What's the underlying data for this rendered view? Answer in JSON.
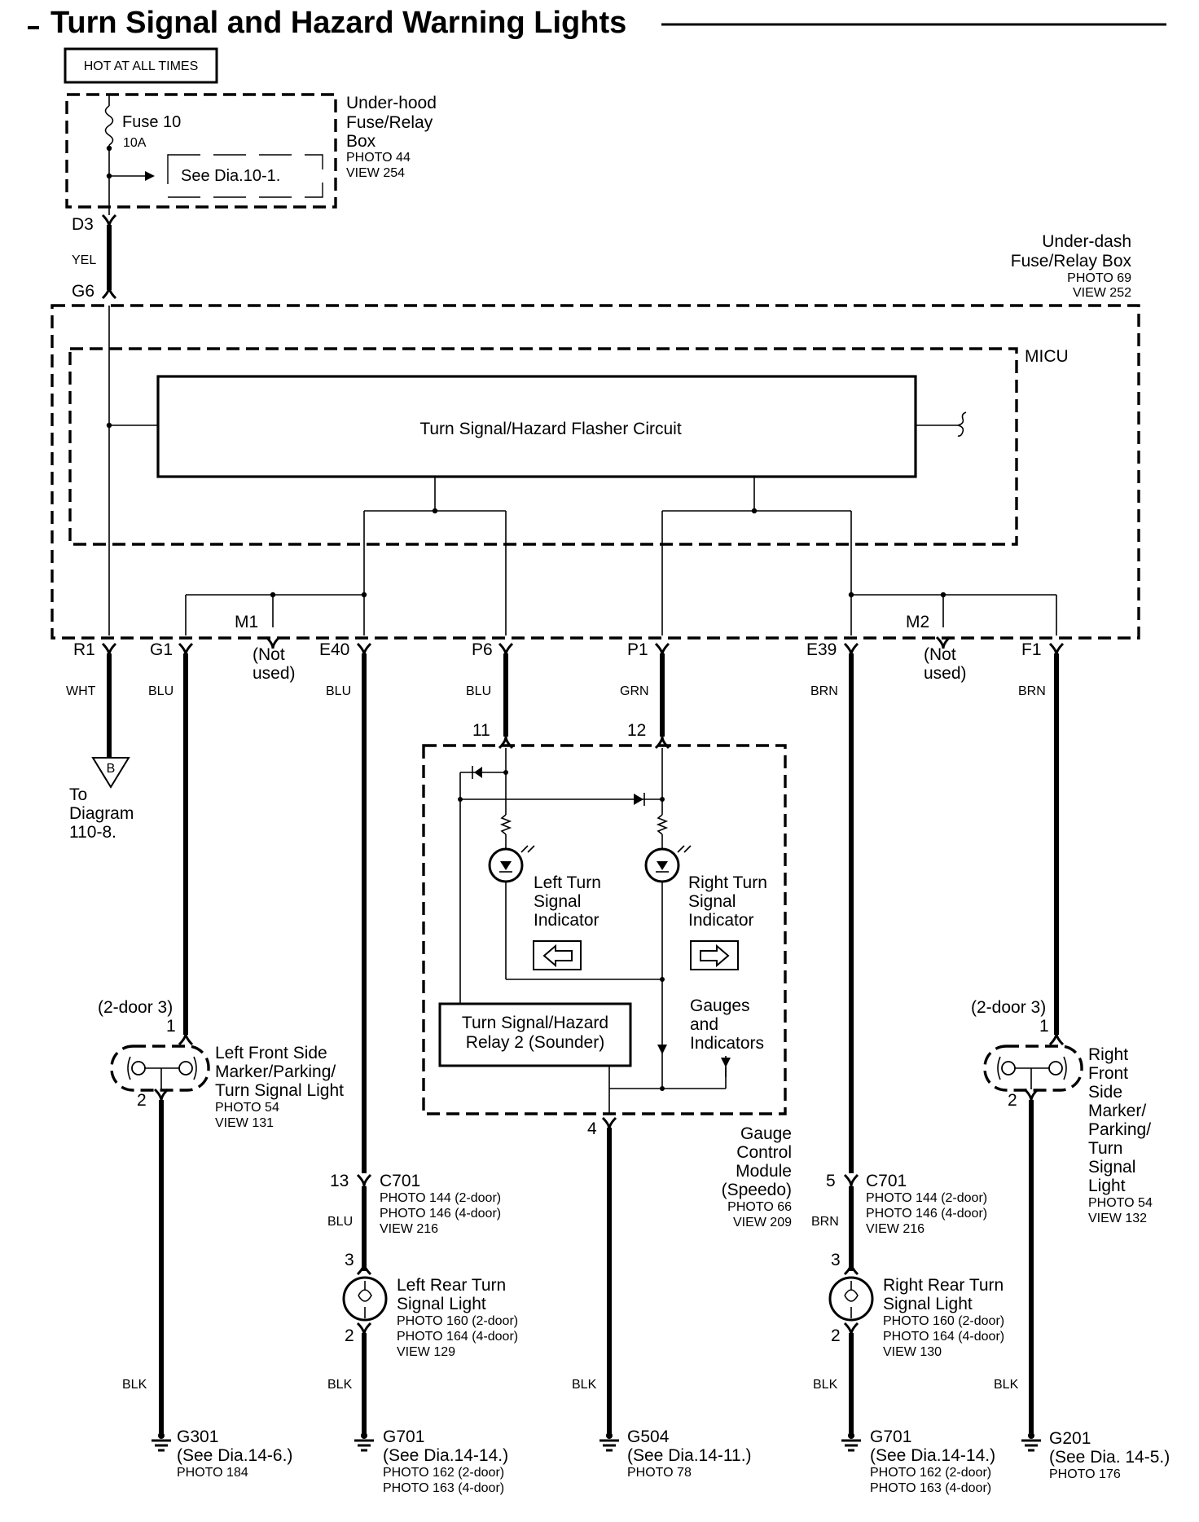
{
  "title": "Turn Signal and Hazard Warning Lights",
  "hot_label": "HOT AT ALL TIMES",
  "underhood": {
    "fuse_name": "Fuse 10",
    "fuse_rating": "10A",
    "see_ref": "See Dia.10-1.",
    "box_name": [
      "Under-hood",
      "Fuse/Relay",
      "Box"
    ],
    "photo": "PHOTO 44",
    "view": "VIEW 254"
  },
  "underdash": {
    "name": [
      "Under-dash",
      "Fuse/Relay Box"
    ],
    "photo": "PHOTO 69",
    "view": "VIEW 252"
  },
  "micu_label": "MICU",
  "flasher_label": "Turn Signal/Hazard Flasher Circuit",
  "connectors": {
    "d3": "D3",
    "g6": "G6",
    "yel": "YEL",
    "m1": "M1",
    "m2": "M2",
    "r1": "R1",
    "g1": "G1",
    "e40": "E40",
    "p6": "P6",
    "p1": "P1",
    "e39": "E39",
    "f1": "F1",
    "not_used": [
      "(Not",
      "used)"
    ]
  },
  "wire_colors": {
    "r1": "WHT",
    "g1": "BLU",
    "e40": "BLU",
    "p6": "BLU",
    "p1": "GRN",
    "e39": "BRN",
    "f1": "BRN",
    "c701_left": "BLU",
    "c701_right": "BRN",
    "gnd_g301": "BLK",
    "gnd_g701_left": "BLK",
    "gnd_g504": "BLK",
    "gnd_g701_right": "BLK",
    "gnd_g201": "BLK"
  },
  "to_diagram": {
    "letter": "B",
    "text": [
      "To",
      "Diagram",
      "110-8."
    ]
  },
  "gauge": {
    "pin11": "11",
    "pin12": "12",
    "pin4": "4",
    "left_indicator": [
      "Left Turn",
      "Signal",
      "Indicator"
    ],
    "right_indicator": [
      "Right Turn",
      "Signal",
      "Indicator"
    ],
    "relay": [
      "Turn Signal/Hazard",
      "Relay 2 (Sounder)"
    ],
    "gauges": [
      "Gauges",
      "and",
      "Indicators"
    ],
    "module": [
      "Gauge",
      "Control",
      "Module",
      "(Speedo)"
    ],
    "photo": "PHOTO 66",
    "view": "VIEW 209"
  },
  "left_front": {
    "door_note": "(2-door 3)",
    "pin1": "1",
    "pin2": "2",
    "name": [
      "Left Front Side",
      "Marker/Parking/",
      "Turn Signal Light"
    ],
    "photo": "PHOTO 54",
    "view": "VIEW 131"
  },
  "right_front": {
    "door_note": "(2-door 3)",
    "pin1": "1",
    "pin2": "2",
    "name": [
      "Right",
      "Front",
      "Side",
      "Marker/",
      "Parking/",
      "Turn",
      "Signal",
      "Light"
    ],
    "photo": "PHOTO 54",
    "view": "VIEW 132"
  },
  "c701_left": {
    "pin": "13",
    "name": "C701",
    "photo1": "PHOTO 144 (2-door)",
    "photo2": "PHOTO 146 (4-door)",
    "view": "VIEW 216"
  },
  "c701_right": {
    "pin": "5",
    "name": "C701",
    "photo1": "PHOTO 144 (2-door)",
    "photo2": "PHOTO 146 (4-door)",
    "view": "VIEW 216"
  },
  "left_rear": {
    "pin3": "3",
    "pin2": "2",
    "name": [
      "Left Rear Turn",
      "Signal Light"
    ],
    "photo1": "PHOTO 160 (2-door)",
    "photo2": "PHOTO 164 (4-door)",
    "view": "VIEW 129"
  },
  "right_rear": {
    "pin3": "3",
    "pin2": "2",
    "name": [
      "Right Rear Turn",
      "Signal Light"
    ],
    "photo1": "PHOTO 160 (2-door)",
    "photo2": "PHOTO 164 (4-door)",
    "view": "VIEW 130"
  },
  "grounds": {
    "g301": {
      "name": "G301",
      "see": "(See Dia.14-6.)",
      "photo": "PHOTO 184"
    },
    "g701_left": {
      "name": "G701",
      "see": "(See Dia.14-14.)",
      "photo1": "PHOTO 162 (2-door)",
      "photo2": "PHOTO 163 (4-door)"
    },
    "g504": {
      "name": "G504",
      "see": "(See Dia.14-11.)",
      "photo": "PHOTO 78"
    },
    "g701_right": {
      "name": "G701",
      "see": "(See Dia.14-14.)",
      "photo1": "PHOTO 162 (2-door)",
      "photo2": "PHOTO 163 (4-door)"
    },
    "g201": {
      "name": "G201",
      "see": "(See Dia. 14-5.)",
      "photo": "PHOTO 176"
    }
  }
}
